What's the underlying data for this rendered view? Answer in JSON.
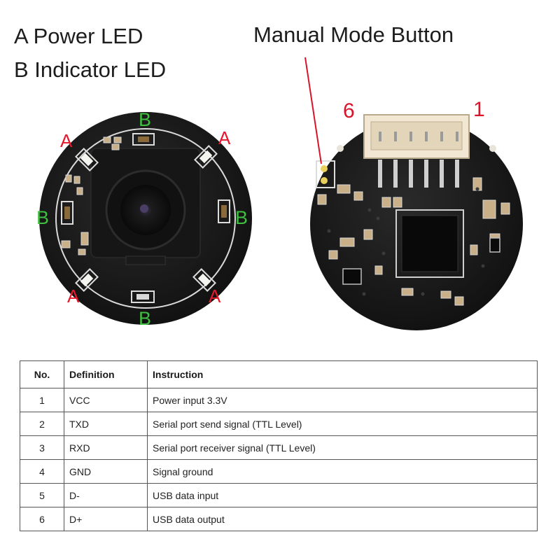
{
  "legend": {
    "a": "A Power LED",
    "b": "B Indicator LED"
  },
  "callout": {
    "manual_button": "Manual Mode Button",
    "pin_left": "6",
    "pin_right": "1"
  },
  "markers": {
    "a": "A",
    "b": "B"
  },
  "colors": {
    "power_led_marker": "#e8182c",
    "indicator_led_marker": "#3fbf3f",
    "callout_line": "#d8142a",
    "pcb": "#1a1a1a"
  },
  "table": {
    "headers": {
      "no": "No.",
      "definition": "Definition",
      "instruction": "Instruction"
    },
    "rows": [
      {
        "no": "1",
        "definition": "VCC",
        "instruction": "Power input 3.3V"
      },
      {
        "no": "2",
        "definition": "TXD",
        "instruction": "Serial port send signal (TTL Level)"
      },
      {
        "no": "3",
        "definition": "RXD",
        "instruction": "Serial port receiver signal (TTL Level)"
      },
      {
        "no": "4",
        "definition": "GND",
        "instruction": "Signal ground"
      },
      {
        "no": "5",
        "definition": "D-",
        "instruction": "USB data input"
      },
      {
        "no": "6",
        "definition": "D+",
        "instruction": "USB data output"
      }
    ]
  }
}
